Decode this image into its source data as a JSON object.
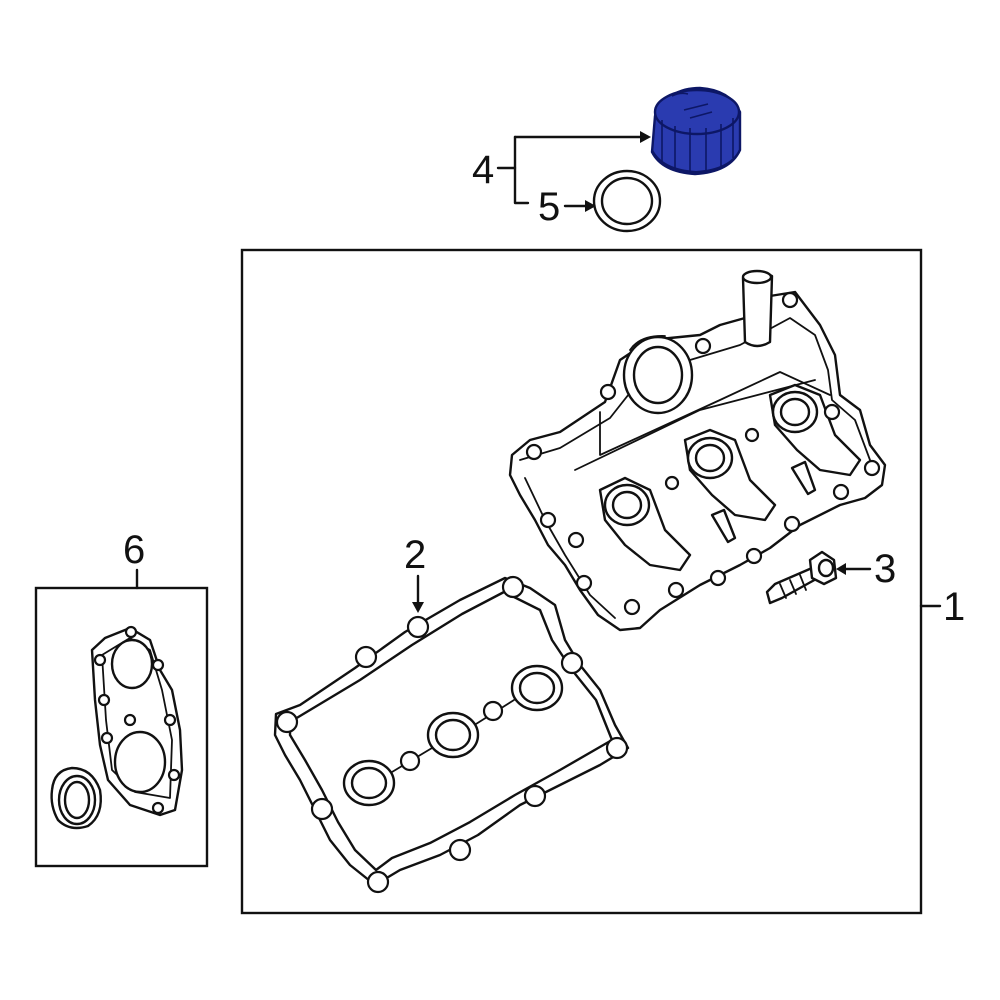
{
  "callouts": {
    "c1": "1",
    "c2": "2",
    "c3": "3",
    "c4": "4",
    "c5": "5",
    "c6": "6"
  },
  "colors": {
    "highlight": "#2a3bb0",
    "highlight_dark": "#0d1766",
    "line": "#111111",
    "background": "#ffffff"
  }
}
